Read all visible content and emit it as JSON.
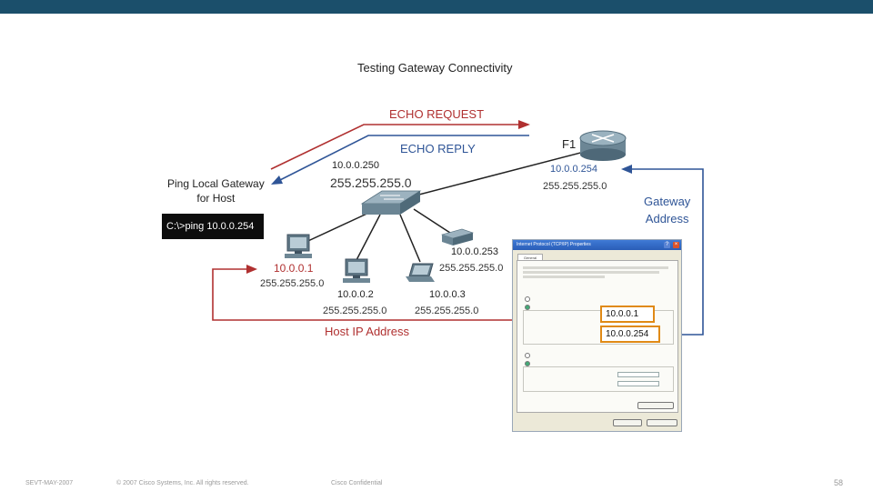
{
  "diagram": {
    "title": "Testing Gateway Connectivity",
    "echo_request": "ECHO REQUEST",
    "echo_reply": "ECHO REPLY",
    "router": {
      "name": "F1",
      "ip": "10.0.0.254",
      "mask": "255.255.255.0"
    },
    "gateway_label_line1": "Gateway",
    "gateway_label_line2": "Address",
    "switch": {
      "ip": "10.0.0.250",
      "mask": "255.255.255.0"
    },
    "ping_label_line1": "Ping Local Gateway",
    "ping_label_line2": "for Host",
    "command": "C:\\>ping 10.0.0.254",
    "hosts": [
      {
        "ip": "10.0.0.1",
        "mask": "255.255.255.0"
      },
      {
        "ip": "10.0.0.2",
        "mask": "255.255.255.0"
      },
      {
        "ip": "10.0.0.3",
        "mask": "255.255.255.0"
      },
      {
        "ip": "10.0.0.253",
        "mask": "255.255.255.0"
      }
    ],
    "host_ip_label": "Host IP Address"
  },
  "dialog": {
    "title": "Internet Protocol (TCP/IP) Properties",
    "tab": "General",
    "ip_address_value": "10.0.0.1",
    "default_gateway_value": "10.0.0.254",
    "help_glyph": "?",
    "close_glyph": "×"
  },
  "footer": {
    "left": "SEVT-MAY-2007",
    "copyright": "© 2007 Cisco Systems, Inc. All rights reserved.",
    "confidential": "Cisco Confidential",
    "page": "58"
  },
  "colors": {
    "request": "#b03030",
    "reply": "#2f5597",
    "highlight": "#e08a16",
    "topbar": "#1b4f6b"
  }
}
